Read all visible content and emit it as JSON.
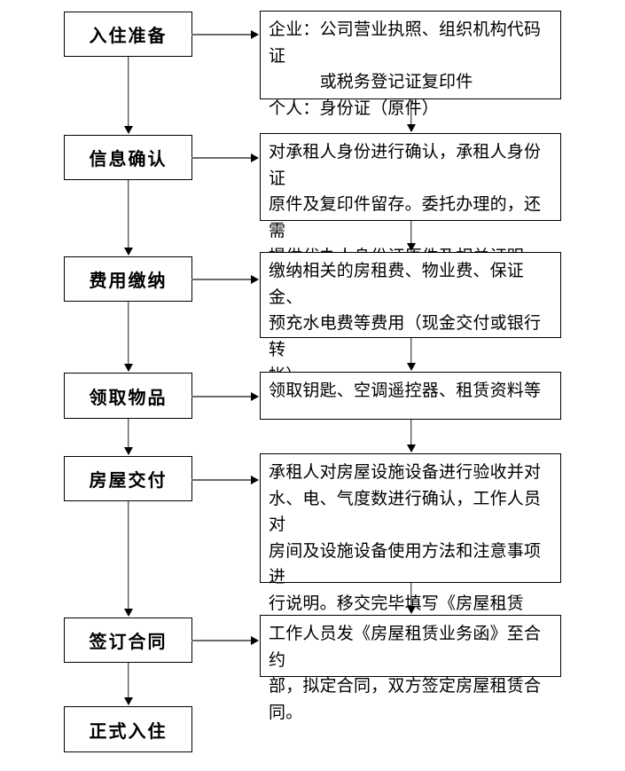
{
  "flow": {
    "steps": [
      {
        "label": "入住准备",
        "detail": "企业：公司营业执照、组织机构代码证\n　　　或税务登记证复印件\n个人：身份证（原件）"
      },
      {
        "label": "信息确认",
        "detail": "对承租人身份进行确认，承租人身份证\n原件及复印件留存。委托办理的，还需\n提供代办人身份证原件及相关证明。"
      },
      {
        "label": "费用缴纳",
        "detail": "缴纳相关的房租费、物业费、保证金、\n预充水电费等费用（现金交付或银行转\n帐）"
      },
      {
        "label": "领取物品",
        "detail": "领取钥匙、空调遥控器、租赁资料等"
      },
      {
        "label": "房屋交付",
        "detail": "承租人对房屋设施设备进行验收并对\n水、电、气度数进行确认，工作人员对\n房间及设施设备使用方法和注意事项进\n行说明。移交完毕填写《房屋租赁单》\n租户签字确认。"
      },
      {
        "label": "签订合同",
        "detail": "工作人员发《房屋租赁业务函》至合约\n部，拟定合同，双方签定房屋租赁合同。"
      },
      {
        "label": "正式入住"
      }
    ],
    "colors": {
      "box_border": "#000000",
      "text": "#000000",
      "horizontal_arrow_line": "#6b6b6b",
      "arrow_head": "#000000",
      "background": "#ffffff"
    }
  }
}
